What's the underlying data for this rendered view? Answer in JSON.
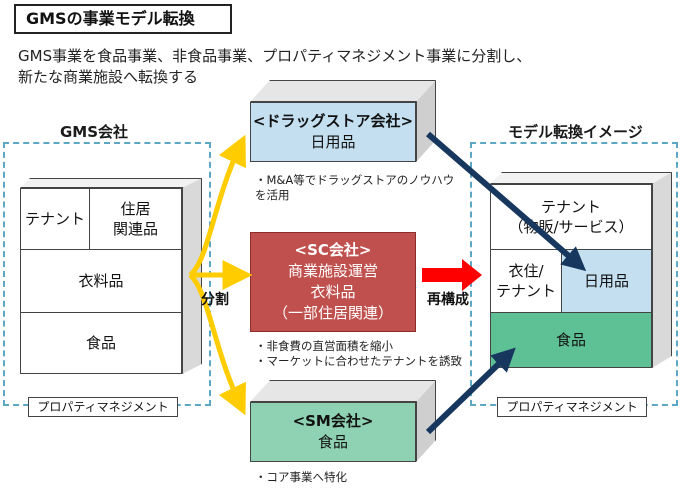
{
  "title": "GMSの事業モデル転換",
  "subtitle": [
    "GMS事業を食品事業、非食品事業、プロパティマネジメント事業に分割し、",
    "新たな商業施設へ転換する"
  ],
  "left_group": {
    "label": "GMS会社",
    "tenant": "テナント",
    "housing": [
      "住居",
      "関連品"
    ],
    "apparel": "衣料品",
    "food": "食品",
    "pm": "プロパティマネジメント"
  },
  "arrows": {
    "split_label": "分割",
    "restructure_label": "再構成"
  },
  "companies": {
    "drug": {
      "lines": [
        "<ドラッグストア会社>",
        "日用品"
      ],
      "notes": [
        "・M&A等でドラッグストアのノウハウ",
        "を活用"
      ]
    },
    "sc": {
      "lines": [
        "<SC会社>",
        "商業施設運営",
        "衣料品",
        "（一部住居関連）"
      ],
      "notes": [
        "・非食費の直営面積を縮小",
        "・マーケットに合わせたテナントを誘致"
      ]
    },
    "sm": {
      "lines": [
        "<SM会社>",
        "食品"
      ],
      "notes": [
        "・コア事業へ特化"
      ]
    }
  },
  "right_group": {
    "label": "モデル転換イメージ",
    "tenant": [
      "テナント",
      "（物販/サービス）"
    ],
    "apparel_tenant": [
      "衣住/",
      "テナント"
    ],
    "daily": "日用品",
    "food": "食品",
    "pm": "プロパティマネジメント"
  },
  "colors": {
    "drug": "#c3dff0",
    "sc": "#c0504d",
    "sm": "#8fd1b3",
    "right_daily": "#c3dff0",
    "right_food": "#5ec195",
    "yellow_arrow": "#ffcc00",
    "red_arrow": "#ff0000",
    "navy_arrow": "#17375e",
    "frame": "#5ca7c4"
  }
}
